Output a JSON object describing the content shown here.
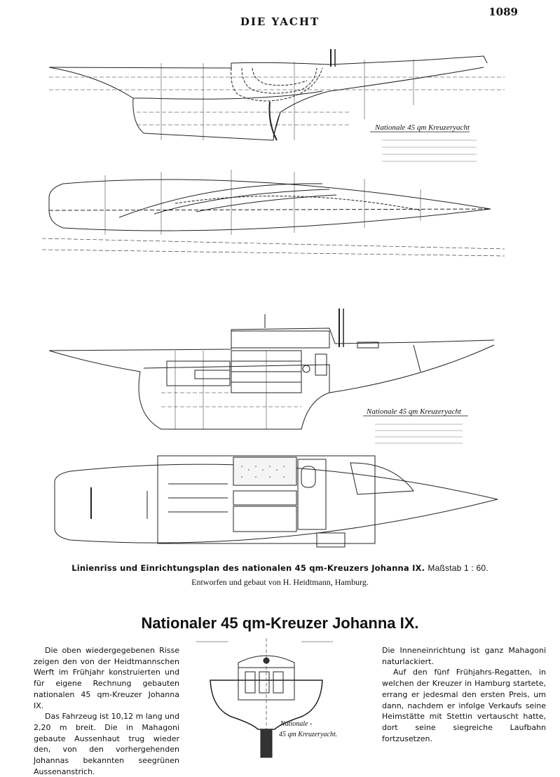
{
  "header": {
    "running_title": "DIE YACHT",
    "page_number": "1089"
  },
  "drawing_labels": {
    "lines_plan_title": "Nationale 45 qm Kreuzeryacht",
    "interior_plan_title": "Nationale 45 qm Kreuzeryacht",
    "section_title_line1": "Nationale -",
    "section_title_line2": "45 qm Kreuzeryacht."
  },
  "caption": {
    "line1": "Linienriss und Einrichtungsplan des nationalen 45 qm-Kreuzers Johanna IX.",
    "scale": "Maßstab 1 : 60.",
    "line2": "Entworfen und gebaut von H. Heidtmann, Hamburg."
  },
  "article": {
    "title": "Nationaler 45 qm-Kreuzer Johanna IX.",
    "left_paragraphs": [
      "Die oben wiedergegebenen Risse zeigen den von der Heidtmannschen Werft im Frühjahr konstruierten und für eigene Rechnung gebauten nationalen 45 qm-Kreuzer Johanna IX.",
      "Das Fahrzeug ist 10,12 m lang und 2,20 m breit. Die in Mahagoni gebaute Aussenhaut trug wieder den, von den vorhergehenden Johannas bekannten seegrünen Aussenanstrich."
    ],
    "right_paragraphs": [
      "Die Inneneinrichtung ist ganz Mahagoni naturlackiert.",
      "Auf den fünf Frühjahrs-Regatten, in welchen der Kreuzer in Hamburg startete, errang er jedesmal den ersten Preis, um dann, nachdem er infolge Verkaufs seine Heimstätte mit Stettin vertauscht hatte, dort seine siegreiche Laufbahn fortzusetzen."
    ]
  }
}
